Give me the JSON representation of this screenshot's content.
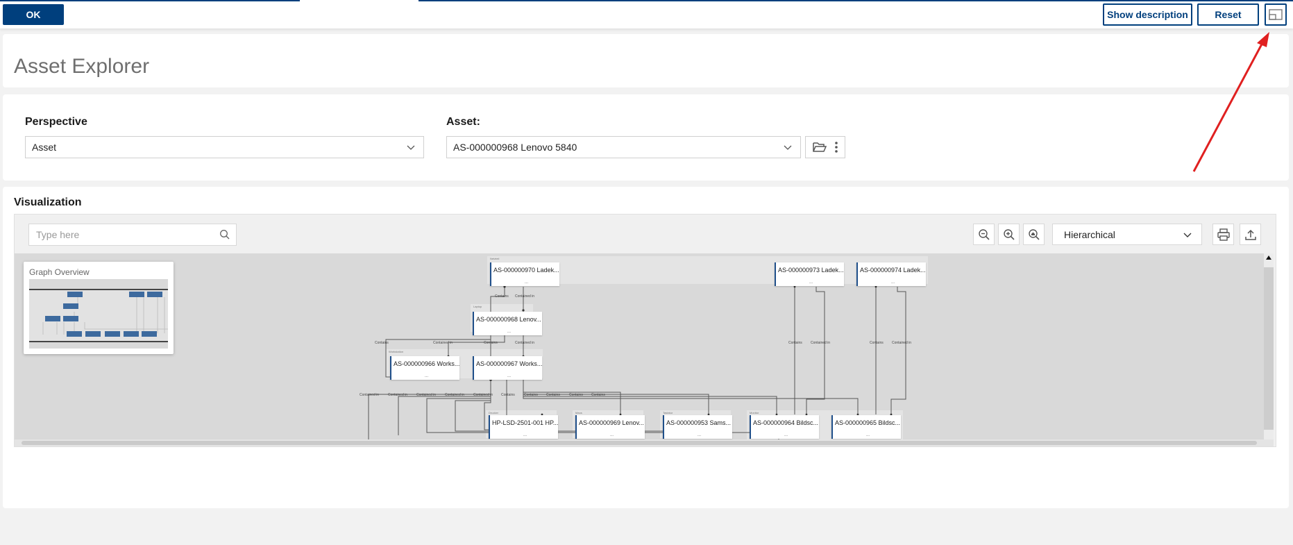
{
  "topbar": {
    "ok_label": "OK",
    "show_description_label": "Show description",
    "reset_label": "Reset",
    "layout_toggle_icon": "window-layout-icon"
  },
  "header": {
    "title": "Asset Explorer"
  },
  "filters": {
    "perspective": {
      "label": "Perspective",
      "value": "Asset"
    },
    "asset": {
      "label": "Asset:",
      "value": "AS-000000968 Lenovo 5840",
      "browse_icon": "folder-open-icon",
      "more_icon": "more-vertical-icon"
    }
  },
  "visualization": {
    "title": "Visualization",
    "search": {
      "placeholder": "Type here",
      "value": ""
    },
    "toolbar": {
      "zoom_out_icon": "zoom-out-icon",
      "zoom_in_icon": "zoom-in-icon",
      "zoom_fit_icon": "zoom-fit-icon",
      "layout": "Hierarchical",
      "print_icon": "print-icon",
      "export_icon": "export-icon"
    },
    "overview": {
      "title": "Graph Overview"
    },
    "groups": [
      {
        "label": "Netzteil"
      },
      {
        "label": "Laptop"
      },
      {
        "label": "Workstation"
      },
      {
        "label": "Drucker"
      },
      {
        "label": "Maus"
      },
      {
        "label": "Tastatur"
      },
      {
        "label": "Monitor"
      }
    ],
    "nodes": [
      {
        "id": "n970",
        "label": "AS-000000970 Ladek...",
        "footer": "..."
      },
      {
        "id": "n973",
        "label": "AS-000000973 Ladek...",
        "footer": "..."
      },
      {
        "id": "n974",
        "label": "AS-000000974 Ladek...",
        "footer": "..."
      },
      {
        "id": "n968",
        "label": "AS-000000968 Lenov...",
        "footer": "..."
      },
      {
        "id": "n966",
        "label": "AS-000000966 Works...",
        "footer": "..."
      },
      {
        "id": "n967",
        "label": "AS-000000967 Works...",
        "footer": "..."
      },
      {
        "id": "nhp",
        "label": "HP-LSD-2501-001 HP...",
        "footer": "..."
      },
      {
        "id": "n969",
        "label": "AS-000000969 Lenov...",
        "footer": "..."
      },
      {
        "id": "n953",
        "label": "AS-000000953 Sams...",
        "footer": "..."
      },
      {
        "id": "n964",
        "label": "AS-000000964 Bildsc...",
        "footer": "..."
      },
      {
        "id": "n965",
        "label": "AS-000000965 Bildsc...",
        "footer": "..."
      }
    ],
    "edge_labels": {
      "contains": "Contains",
      "contained_in": "Contained in"
    }
  }
}
